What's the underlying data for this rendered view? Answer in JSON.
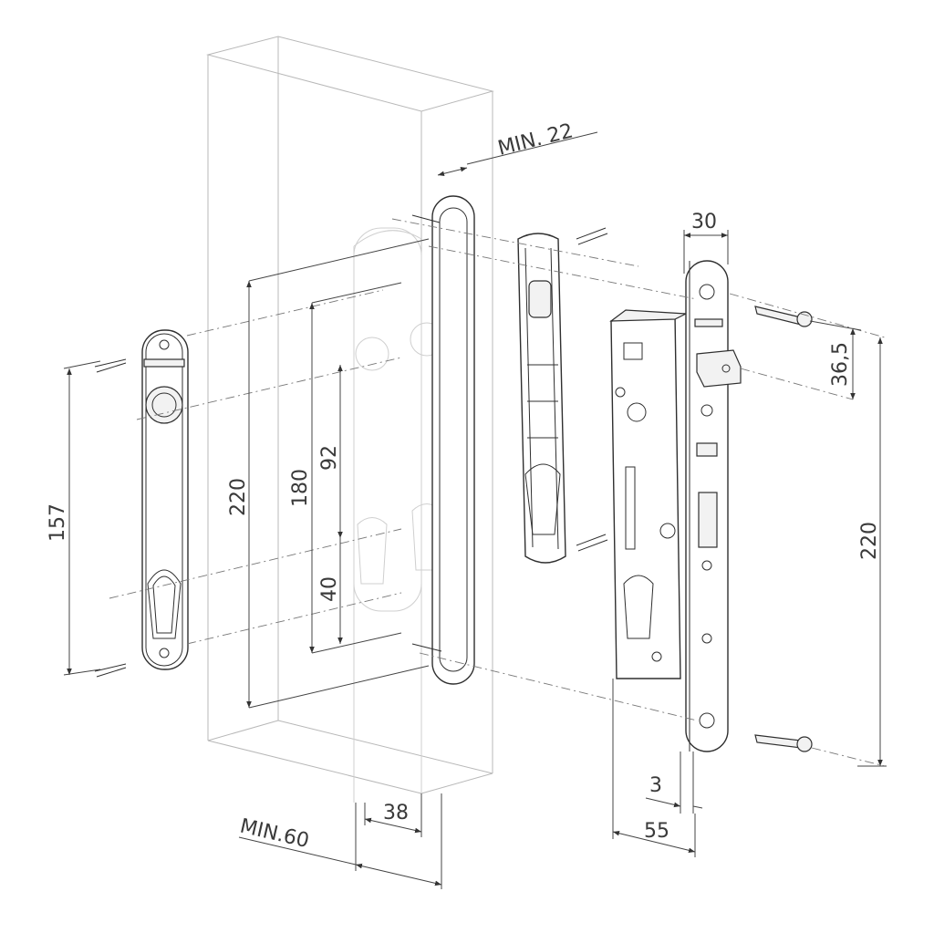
{
  "dimensions": {
    "min_22": "MIN. 22",
    "d30": "30",
    "d36_5": "36,5",
    "d220_right": "220",
    "d3": "3",
    "d55": "55",
    "d38": "38",
    "min_60": "MIN.60",
    "d157": "157",
    "d220_left": "220",
    "d180": "180",
    "d92": "92",
    "d40": "40"
  },
  "colors": {
    "line": "#2f2f2f",
    "frame": "#b8b8b8",
    "text": "#3a3a3a"
  },
  "icons": [
    "screw-icon",
    "cylinder-hole-icon",
    "latch-icon"
  ]
}
